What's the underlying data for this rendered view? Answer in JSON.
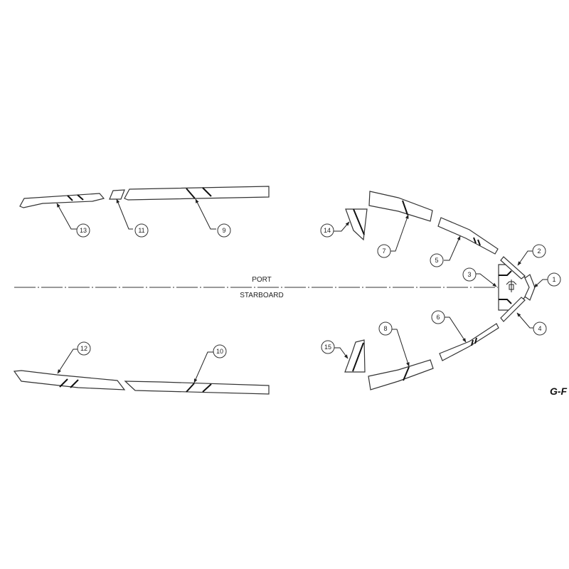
{
  "diagram": {
    "centerline": {
      "port_label": "PORT",
      "starboard_label": "STARBOARD"
    },
    "sheet_code": "G-F",
    "callouts": [
      {
        "id": "1",
        "label": "1"
      },
      {
        "id": "2",
        "label": "2"
      },
      {
        "id": "3",
        "label": "3"
      },
      {
        "id": "4",
        "label": "4"
      },
      {
        "id": "5",
        "label": "5"
      },
      {
        "id": "6",
        "label": "6"
      },
      {
        "id": "7",
        "label": "7"
      },
      {
        "id": "8",
        "label": "8"
      },
      {
        "id": "9",
        "label": "9"
      },
      {
        "id": "10",
        "label": "10"
      },
      {
        "id": "11",
        "label": "11"
      },
      {
        "id": "12",
        "label": "12"
      },
      {
        "id": "13",
        "label": "13"
      },
      {
        "id": "14",
        "label": "14"
      },
      {
        "id": "15",
        "label": "15"
      }
    ]
  }
}
